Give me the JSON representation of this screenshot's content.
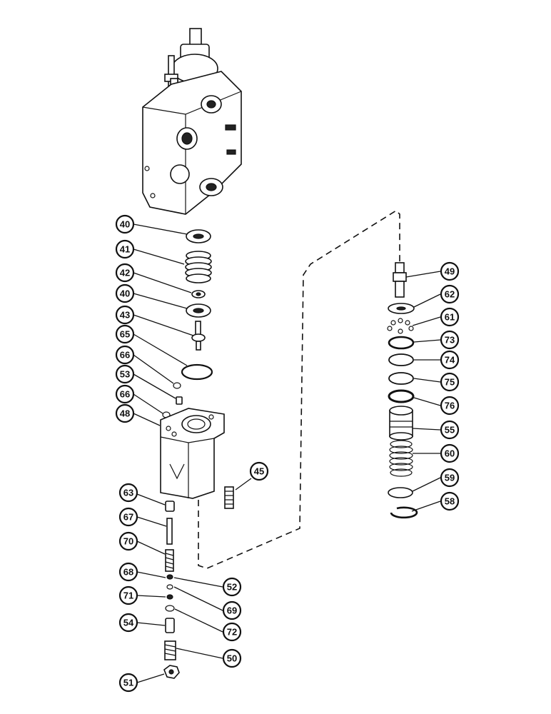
{
  "callouts": [
    {
      "id": "40a",
      "label": "40"
    },
    {
      "id": "41",
      "label": "41"
    },
    {
      "id": "42",
      "label": "42"
    },
    {
      "id": "40b",
      "label": "40"
    },
    {
      "id": "43",
      "label": "43"
    },
    {
      "id": "65",
      "label": "65"
    },
    {
      "id": "66a",
      "label": "66"
    },
    {
      "id": "53",
      "label": "53"
    },
    {
      "id": "66b",
      "label": "66"
    },
    {
      "id": "48",
      "label": "48"
    },
    {
      "id": "45",
      "label": "45"
    },
    {
      "id": "63",
      "label": "63"
    },
    {
      "id": "67",
      "label": "67"
    },
    {
      "id": "70",
      "label": "70"
    },
    {
      "id": "68",
      "label": "68"
    },
    {
      "id": "52",
      "label": "52"
    },
    {
      "id": "71",
      "label": "71"
    },
    {
      "id": "69",
      "label": "69"
    },
    {
      "id": "54",
      "label": "54"
    },
    {
      "id": "72",
      "label": "72"
    },
    {
      "id": "50",
      "label": "50"
    },
    {
      "id": "51",
      "label": "51"
    },
    {
      "id": "49",
      "label": "49"
    },
    {
      "id": "62",
      "label": "62"
    },
    {
      "id": "61",
      "label": "61"
    },
    {
      "id": "73",
      "label": "73"
    },
    {
      "id": "74",
      "label": "74"
    },
    {
      "id": "75",
      "label": "75"
    },
    {
      "id": "76",
      "label": "76"
    },
    {
      "id": "55",
      "label": "55"
    },
    {
      "id": "60",
      "label": "60"
    },
    {
      "id": "59",
      "label": "59"
    },
    {
      "id": "58",
      "label": "58"
    }
  ]
}
